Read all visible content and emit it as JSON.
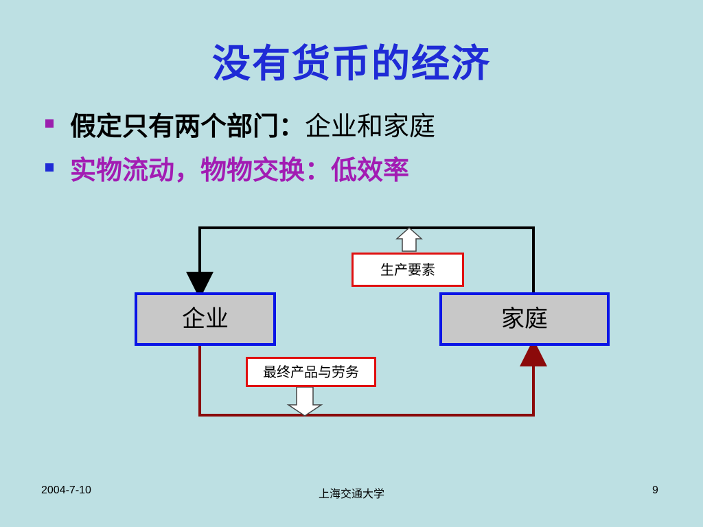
{
  "slide": {
    "title": "没有货币的经济",
    "bullets": [
      {
        "strong": "假定只有两个部门：",
        "light": "企业和家庭"
      },
      {
        "text": "实物流动，物物交换：低效率"
      }
    ]
  },
  "diagram": {
    "firm_label": "企业",
    "household_label": "家庭",
    "factors_label": "生产要素",
    "goods_label": "最终产品与劳务"
  },
  "footer": {
    "date": "2004-7-10",
    "institution": "上海交通大学",
    "page": "9"
  },
  "colors": {
    "background": "#bde0e3",
    "title": "#1f2bd6",
    "bullet2_text": "#a21cb3",
    "box_border": "#0a14e6",
    "box_fill": "#c8c8c8",
    "label_border": "#e01010",
    "top_flow_line": "#000000",
    "bottom_flow_line": "#8b0a0a"
  }
}
